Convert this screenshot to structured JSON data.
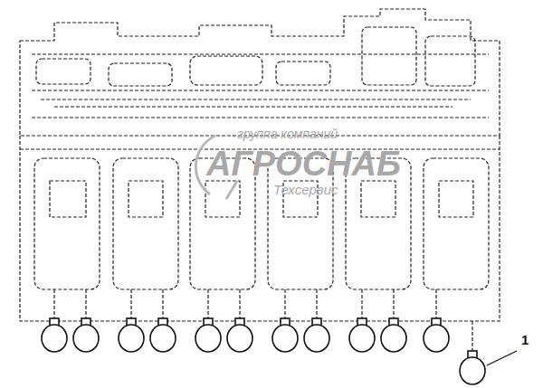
{
  "diagram": {
    "labels": [
      "группа компаний",
      "АГРОСНАБ",
      "Техсервис",
      "1"
    ]
  }
}
